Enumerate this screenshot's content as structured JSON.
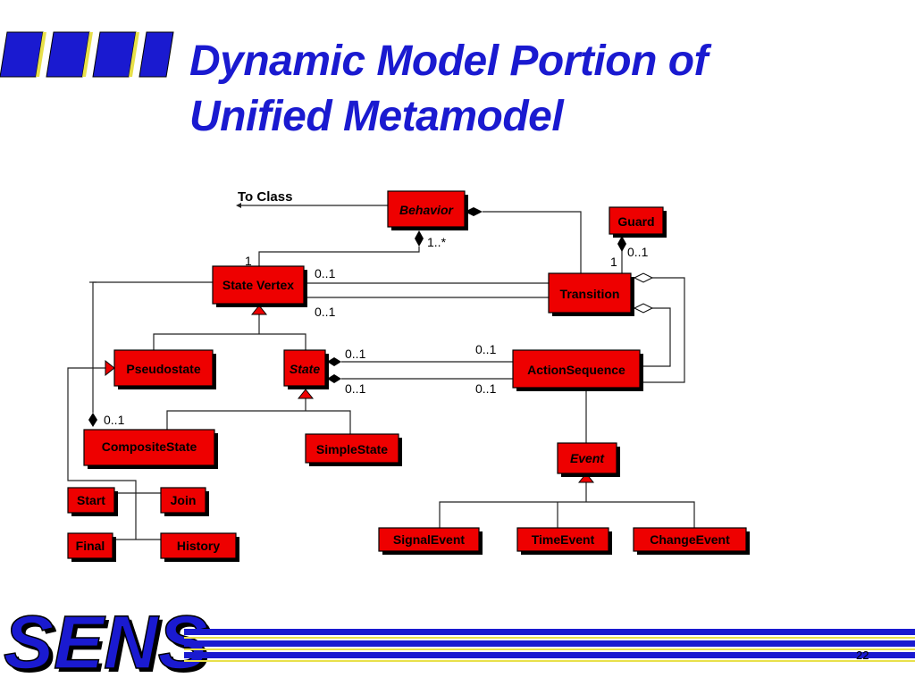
{
  "title": {
    "line1": "Dynamic Model Portion of",
    "line2": "Unified Metamodel"
  },
  "logo": "SENS",
  "page_number": "22",
  "colors": {
    "title": "#1a1ad0",
    "box_fill": "#ee0000",
    "stripe": "#1a1ad0"
  },
  "classes": {
    "behavior": "Behavior",
    "guard": "Guard",
    "state_vertex": "State Vertex",
    "transition": "Transition",
    "pseudostate": "Pseudostate",
    "state": "State",
    "action_sequence": "ActionSequence",
    "composite_state": "CompositeState",
    "simple_state": "SimpleState",
    "event": "Event",
    "start": "Start",
    "join": "Join",
    "final": "Final",
    "history": "History",
    "signal_event": "SignalEvent",
    "time_event": "TimeEvent",
    "change_event": "ChangeEvent"
  },
  "labels": {
    "to_class": "To Class",
    "behavior_mult": "1..*",
    "vertex_one": "1",
    "vertex_out": "0..1",
    "vertex_in": "0..1",
    "guard_mult": "0..1",
    "guard_one": "1",
    "state_act1": "0..1",
    "act_state1": "0..1",
    "state_act2": "0..1",
    "act_state2": "0..1",
    "composite_mult": "0..1"
  }
}
